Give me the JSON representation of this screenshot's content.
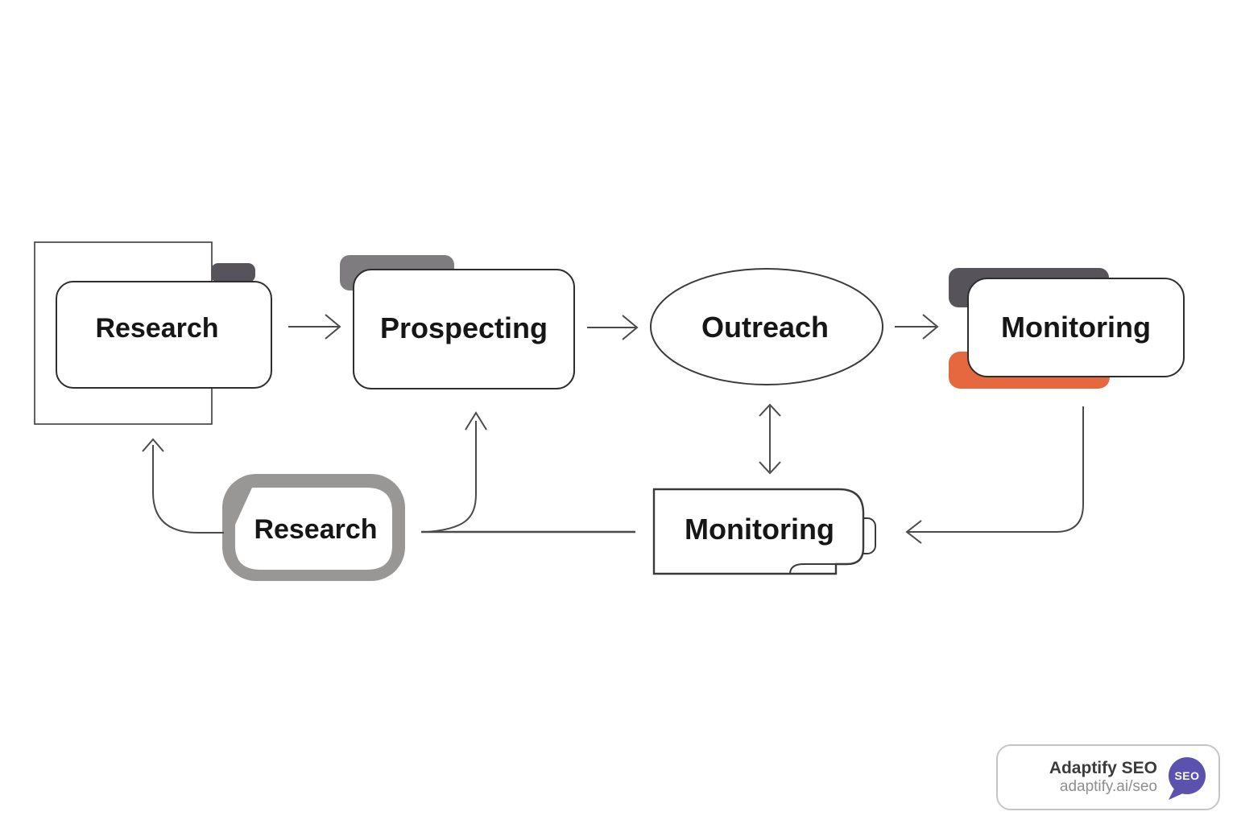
{
  "nodes": {
    "research_top": {
      "label": "Research"
    },
    "prospecting": {
      "label": "Prospecting"
    },
    "outreach": {
      "label": "Outreach"
    },
    "monitoring_top": {
      "label": "Monitoring"
    },
    "research_bottom": {
      "label": "Research"
    },
    "monitoring_bottom": {
      "label": "Monitoring"
    }
  },
  "colors": {
    "dark_gray": "#56535b",
    "mid_gray": "#7e7c7e",
    "orange": "#e5683f",
    "bottom_research_gray": "#989795",
    "outline": "#2e2e2e",
    "arrow": "#4a4a4a",
    "badge_purple": "#5a52ae"
  },
  "badge": {
    "title": "Adaptify SEO",
    "url": "adaptify.ai/seo",
    "logo_text": "SEO"
  }
}
